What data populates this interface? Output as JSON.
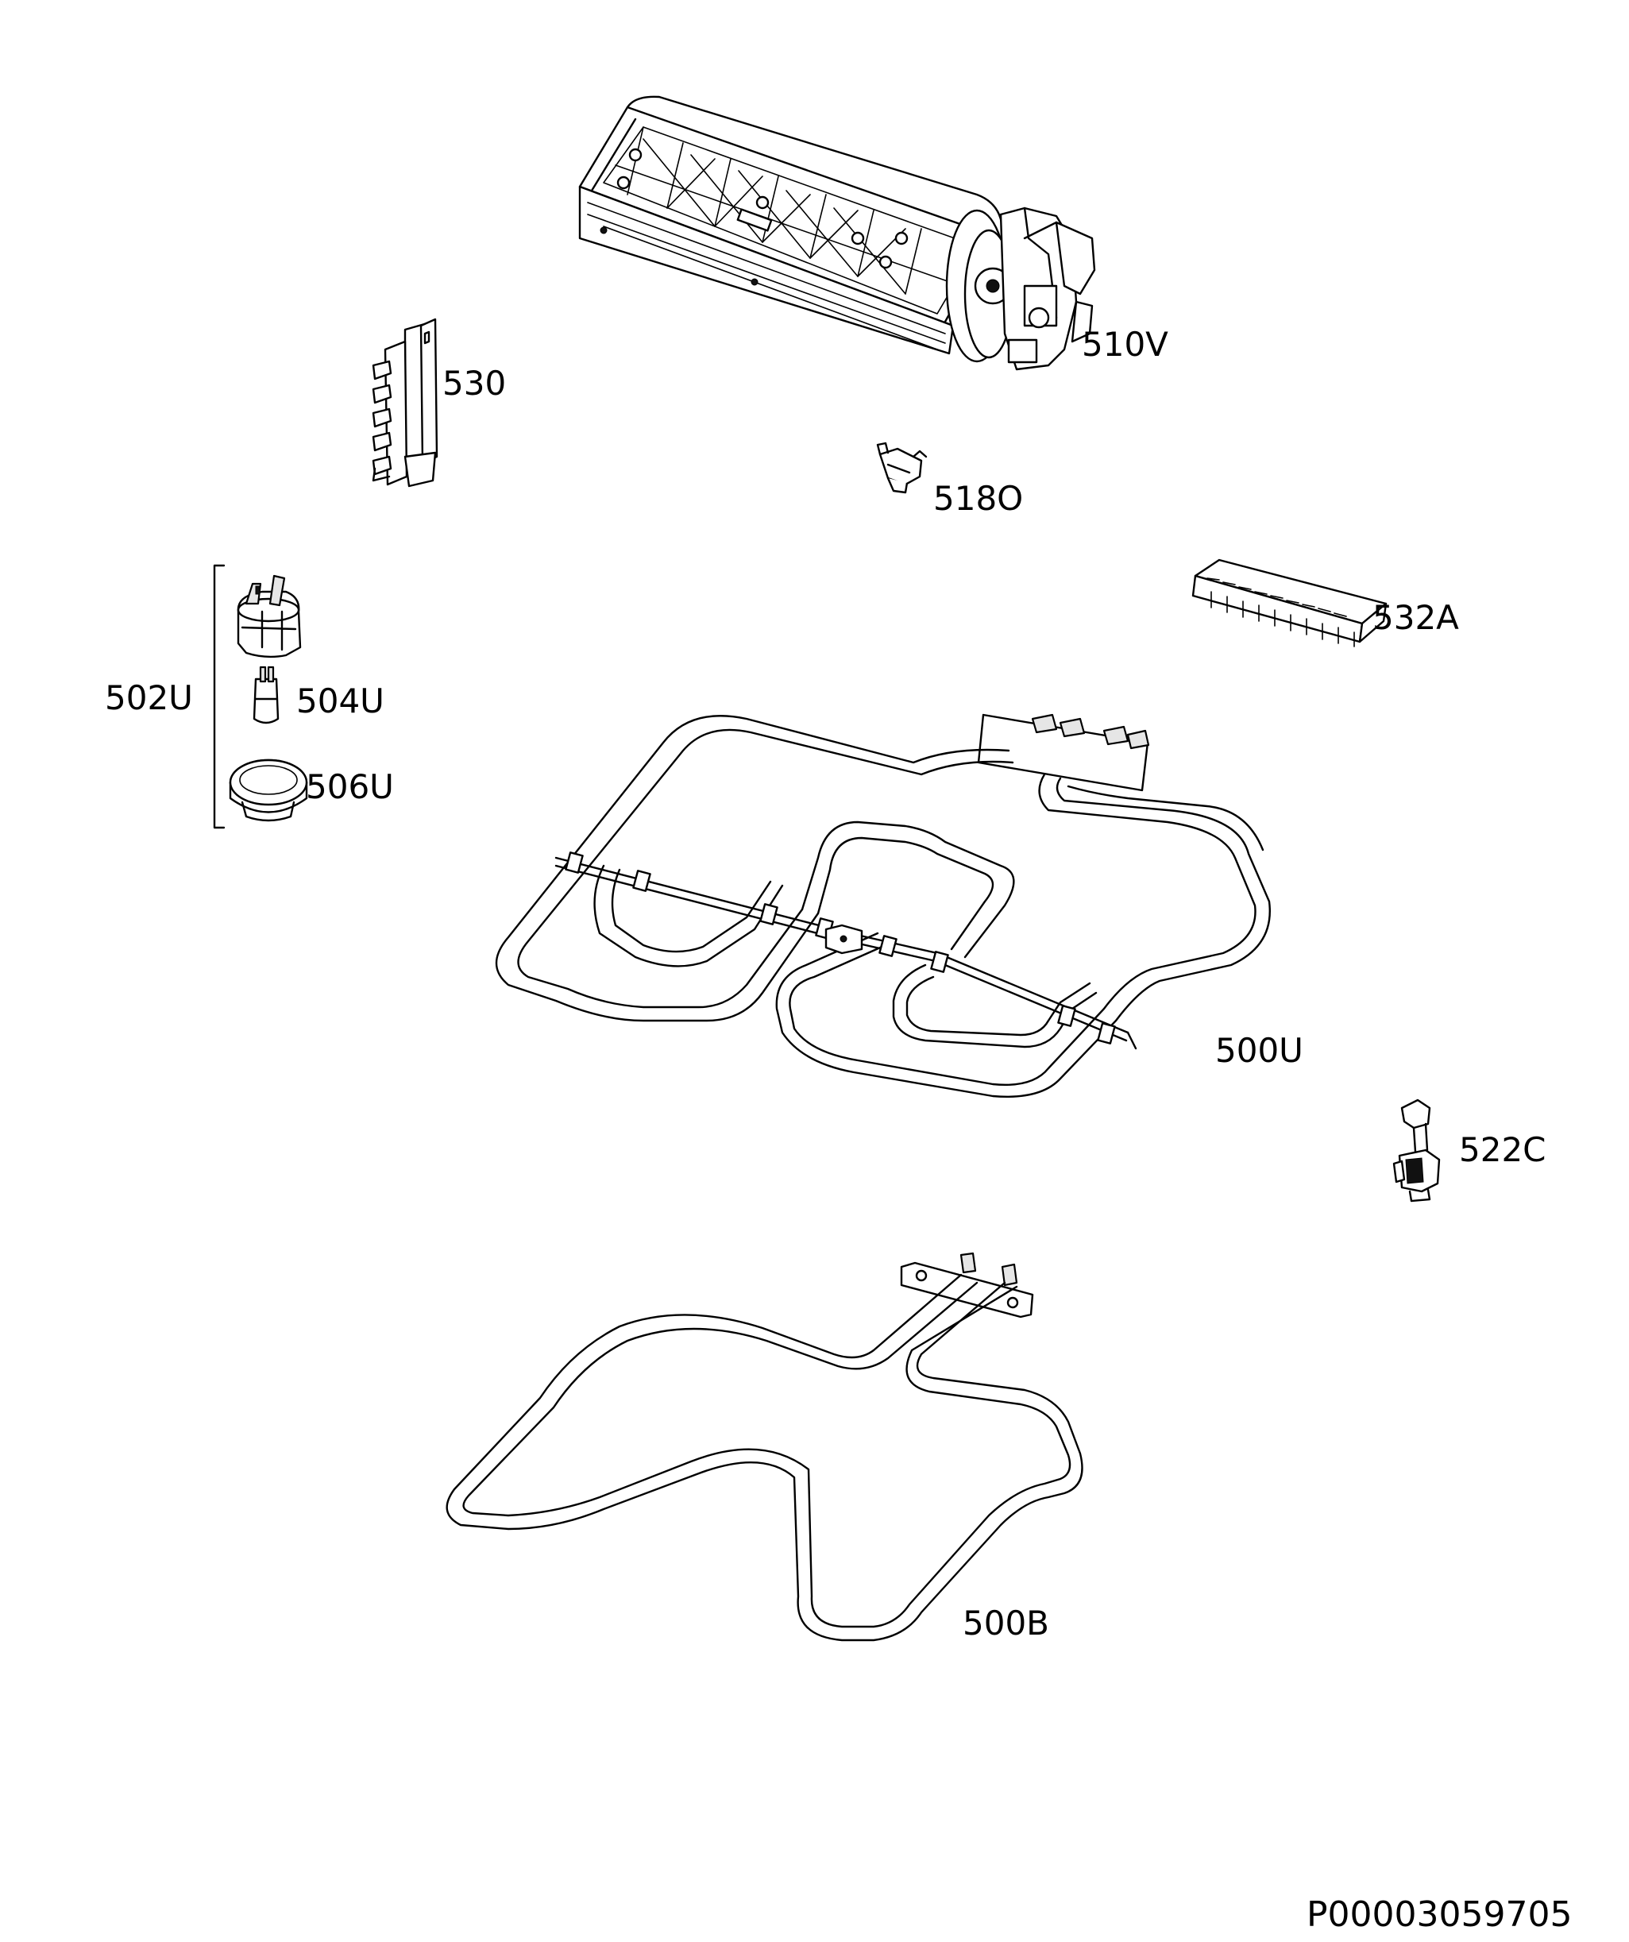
{
  "parts": [
    {
      "id": "fan",
      "label": "510V"
    },
    {
      "id": "terminal-block",
      "label": "530"
    },
    {
      "id": "thermostat-clip",
      "label": "518O"
    },
    {
      "id": "connector-strip",
      "label": "532A"
    },
    {
      "id": "lamp-assembly",
      "label": "502U"
    },
    {
      "id": "lamp-holder",
      "label": "504U"
    },
    {
      "id": "lamp-cover",
      "label": "506U"
    },
    {
      "id": "upper-heating-element",
      "label": "500U"
    },
    {
      "id": "safety-thermostat",
      "label": "522C"
    },
    {
      "id": "lower-heating-element",
      "label": "500B"
    }
  ],
  "document_id": "P00003059705"
}
